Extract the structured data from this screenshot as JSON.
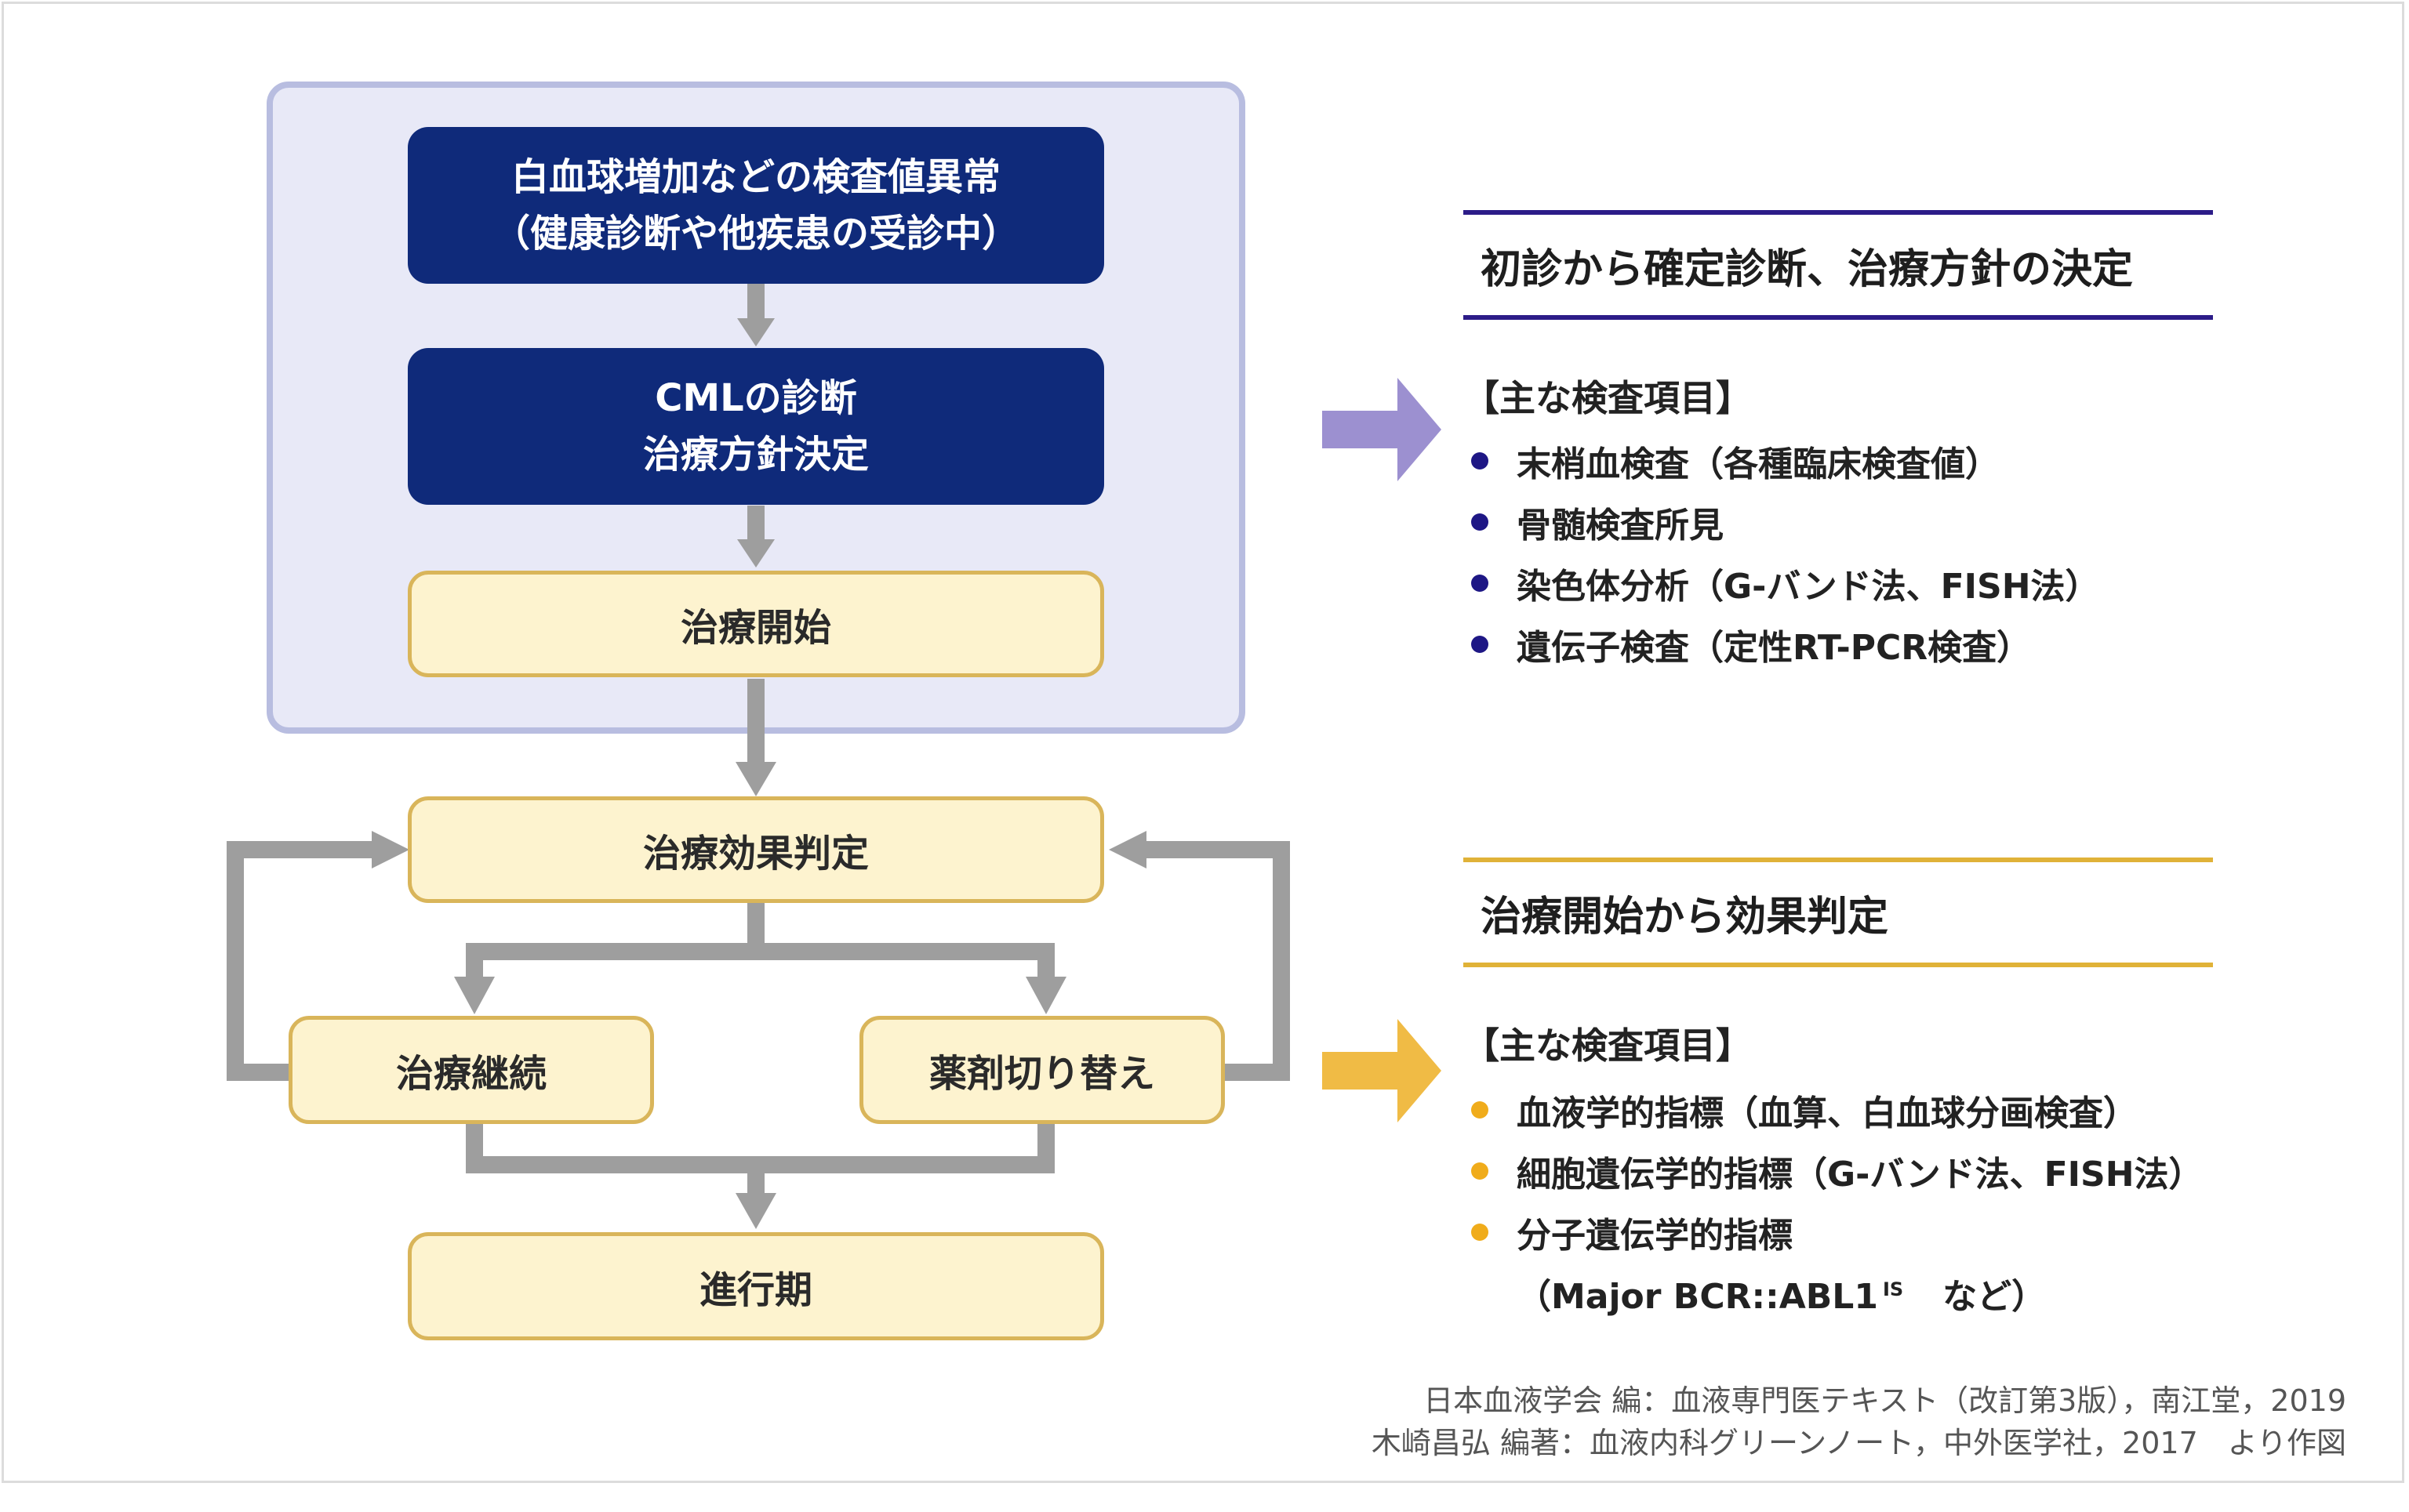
{
  "flowchart": {
    "nodes": {
      "abnormal": {
        "line1": "白血球増加などの検査値異常",
        "line2": "（健康診断や他疾患の受診中）"
      },
      "diagnosis": {
        "line1": "CMLの診断",
        "line2": "治療方針決定"
      },
      "start": "治療開始",
      "evaluation": "治療効果判定",
      "continue": "治療継続",
      "switch": "薬剤切り替え",
      "advanced": "進行期"
    }
  },
  "colors": {
    "dark_node": "#0f2a7a",
    "light_node": "#fdf3cf",
    "light_border": "#d9b55a",
    "group_bg": "#e8e9f7",
    "group_border": "#b8bde0",
    "arrow_gray": "#9e9e9e",
    "purple_arrow": "#9c90d0",
    "gold_arrow": "#f0bb45",
    "section1_accent": "#2c1c88",
    "section2_accent": "#e0b238"
  },
  "section1": {
    "title": "初診から確定診断、治療方針の決定",
    "list_heading": "【主な検査項目】",
    "items": [
      "末梢血検査（各種臨床検査値）",
      "骨髄検査所見",
      "染色体分析（G-バンド法、FISH法）",
      "遺伝子検査（定性RT-PCR検査）"
    ]
  },
  "section2": {
    "title": "治療開始から効果判定",
    "list_heading": "【主な検査項目】",
    "items": [
      "血液学的指標（血算、白血球分画検査）",
      "細胞遺伝学的指標（G-バンド法、FISH法）",
      "分子遺伝学的指標"
    ],
    "continuation": {
      "pre": "（Major BCR::ABL1",
      "sup": "IS",
      "post": "など）"
    }
  },
  "references": [
    "日本血液学会 編：血液専門医テキスト（改訂第3版），南江堂，2019",
    "木崎昌弘 編著：血液内科グリーンノート，中外医学社，2017　より作図"
  ]
}
